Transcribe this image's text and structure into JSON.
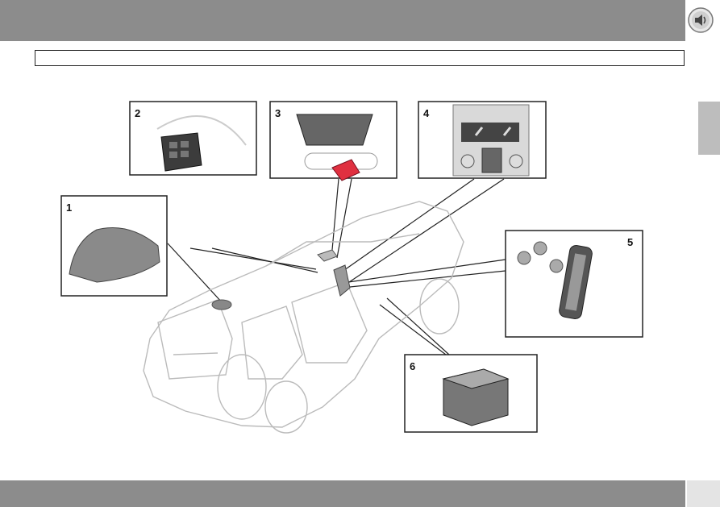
{
  "header": {
    "title": "",
    "section_box_text": ""
  },
  "icons": {
    "audio": "speaker-icon"
  },
  "footer": {
    "page_number": ""
  },
  "illustration": {
    "subject": "car-with-component-callouts",
    "callouts": [
      {
        "label": "1",
        "part": "roof-antenna"
      },
      {
        "label": "2",
        "part": "steering-wheel-keypad"
      },
      {
        "label": "3",
        "part": "interior-mirror-module"
      },
      {
        "label": "4",
        "part": "center-console-control-panel"
      },
      {
        "label": "5",
        "part": "phone-holder"
      },
      {
        "label": "6",
        "part": "control-module"
      }
    ]
  },
  "colors": {
    "bar": "#8c8c8c",
    "tab": "#bdbdbd",
    "accent_red": "#e03040"
  }
}
